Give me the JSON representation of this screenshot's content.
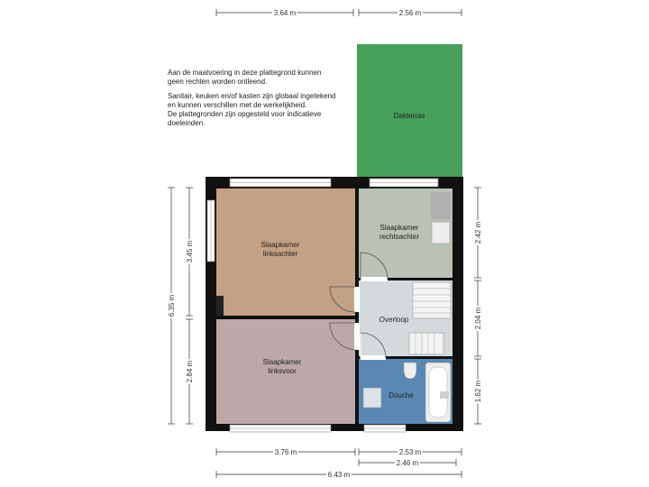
{
  "disclaimer": {
    "paragraph1_line1": "Aan de maatvoering in deze  plattegrond kunnen",
    "paragraph1_line2": "geen rechten worden ontleend.",
    "paragraph2_line1": "Sanitair, keuken en/of kasten zijn globaal ingetekend",
    "paragraph2_line2": "en kunnen verschillen met de werkelijkheid.",
    "paragraph2_line3": "De plattegronden zijn opgesteld voor indicatieve",
    "paragraph2_line4": "doeleinden."
  },
  "rooms": {
    "dakterras": "Dakterras",
    "slaapkamer_linksachter_1": "Slaapkamer",
    "slaapkamer_linksachter_2": "linksachter",
    "slaapkamer_rechtsachter_1": "Slaapkamer",
    "slaapkamer_rechtsachter_2": "rechtsachter",
    "overloop": "Overloop",
    "slaapkamer_linksvoor_1": "Slaapkamer",
    "slaapkamer_linksvoor_2": "linksvoor",
    "douche": "Douche"
  },
  "dimensions": {
    "top_left": "3.64 m",
    "top_right": "2.56 m",
    "left_total": "6.35 m",
    "left_upper": "3.45 m",
    "left_lower": "2.84 m",
    "right_upper": "2.42 m",
    "right_middle": "2.04 m",
    "right_lower": "1.62 m",
    "bottom_left": "3.76 m",
    "bottom_right_outer": "2.53 m",
    "bottom_right_inner": "2.46 m",
    "bottom_total": "6.43 m"
  },
  "colors": {
    "terrace": "#46a05a",
    "bedroom_back_left": "#c4a084",
    "bedroom_back_right": "#b9c2b5",
    "landing": "#d4dadc",
    "bedroom_front_left": "#bca8a8",
    "shower": "#5a88b5",
    "wall": "#111111"
  }
}
